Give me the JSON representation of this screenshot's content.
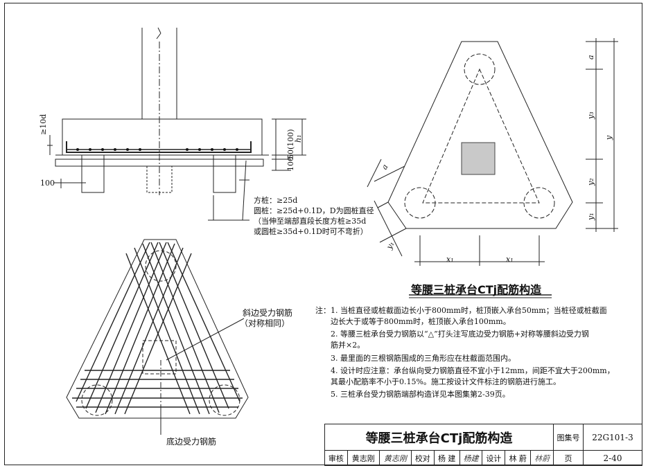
{
  "section_view": {
    "dim_cover": "≥10d",
    "dim_100_left": "100",
    "dim_50": "50(100)",
    "dim_100_right": "100",
    "dim_h1": "h₁",
    "notes": [
      "方桩：≥25d",
      "圆桩：≥25d+0.1D，D为圆桩直径",
      "（当伸至端部直段长度方桩≥35d",
      "或圆桩≥35d+0.1D时可不弯折）"
    ]
  },
  "plan_view": {
    "dim_a_top": "a",
    "dim_y3": "y₃",
    "dim_y": "y",
    "dim_y2": "y₂",
    "dim_y1_right": "y₁",
    "dim_a_left": "a",
    "dim_y1_left": "y₁",
    "dim_x1_left": "x₁",
    "dim_x1_right": "x₁",
    "title": "等腰三桩承台CTj配筋构造"
  },
  "rebar_view": {
    "label_slant": "斜边受力钢筋",
    "label_slant_sub": "（对称相同）",
    "label_bottom": "底边受力钢筋"
  },
  "notes": {
    "prefix": "注：",
    "items": [
      "1. 当桩直径或桩截面边长小于800mm时，桩顶嵌入承台50mm；当桩径或桩截面",
      "    边长大于或等于800mm时，桩顶嵌入承台100mm。",
      "2. 等腰三桩承台受力钢筋以“△”打头注写底边受力钢筋+对称等腰斜边受力钢",
      "    筋并×2。",
      "3. 最里面的三根钢筋围成的三角形应在柱截面范围内。",
      "4. 设计时应注意：承台纵向受力钢筋直径不宜小于12mm，间距不宜大于200mm，",
      "    其最小配筋率不小于0.15%。施工按设计文件标注的钢筋进行施工。",
      "5. 三桩承台受力钢筋端部构造详见本图集第2-39页。"
    ]
  },
  "title_block": {
    "title": "等腰三桩承台CTj配筋构造",
    "atlas_label": "图集号",
    "atlas_no": "22G101-3",
    "review_label": "审核",
    "reviewer": "黄志刚",
    "reviewer_sign": "黄志刚",
    "check_label": "校对",
    "checker": "杨 建",
    "checker_sign": "杨建",
    "design_label": "设计",
    "designer": "林 蔚",
    "designer_sign": "林蔚",
    "page_label": "页",
    "page_no": "2-40"
  }
}
